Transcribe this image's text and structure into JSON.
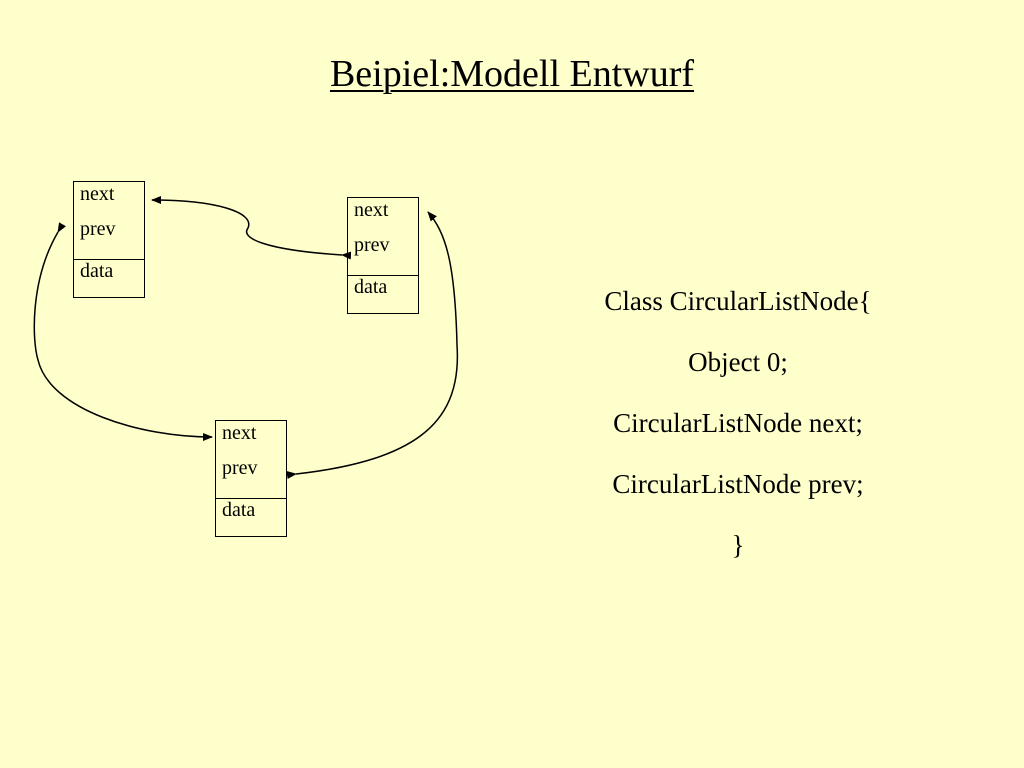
{
  "title": "Beipiel:Modell Entwurf",
  "nodes": [
    {
      "fields": [
        "next",
        "prev",
        "data"
      ]
    },
    {
      "fields": [
        "next",
        "prev",
        "data"
      ]
    },
    {
      "fields": [
        "next",
        "prev",
        "data"
      ]
    }
  ],
  "code": [
    "Class CircularListNode{",
    "Object 0;",
    "CircularListNode next;",
    "CircularListNode prev;",
    "}"
  ],
  "colors": {
    "background": "#ffffcc",
    "lines": "#000000",
    "text": "#000000"
  }
}
